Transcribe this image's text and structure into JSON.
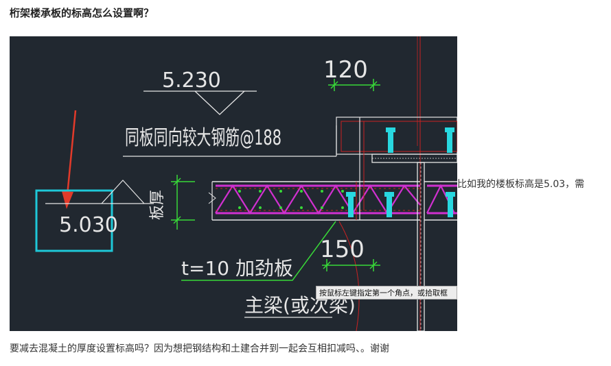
{
  "question": {
    "title": "桁架楼承板的标高怎么设置啊？",
    "side_text": "比如我的楼板标高是5.03，需",
    "bottom_text": "要减去混凝土的厚度设置标高吗？因为想把钢结构和土建合并到一起会互相扣减吗、。谢谢"
  },
  "drawing": {
    "dim_120": "120",
    "elev_5230": "5.230",
    "rebar_note": "同板同向较大钢筋@188",
    "elev_5030": "5.030",
    "slab_thickness": "板厚",
    "dim_150": "150",
    "stiffener": "t=10 加劲板",
    "main_beam": "主梁(或次梁)",
    "tooltip": "按鼠标左键指定第一个角点，或拾取框"
  },
  "colors": {
    "cad_background": "#212830",
    "line_white": "#e6e6e6",
    "dim_green": "#38d938",
    "truss_magenta": "#d030d0",
    "highlight_cyan": "#1ec8d8",
    "arrow_red": "#e23a2a",
    "rebar_red": "#cc2222",
    "stud_cyan": "#28d8e0"
  }
}
